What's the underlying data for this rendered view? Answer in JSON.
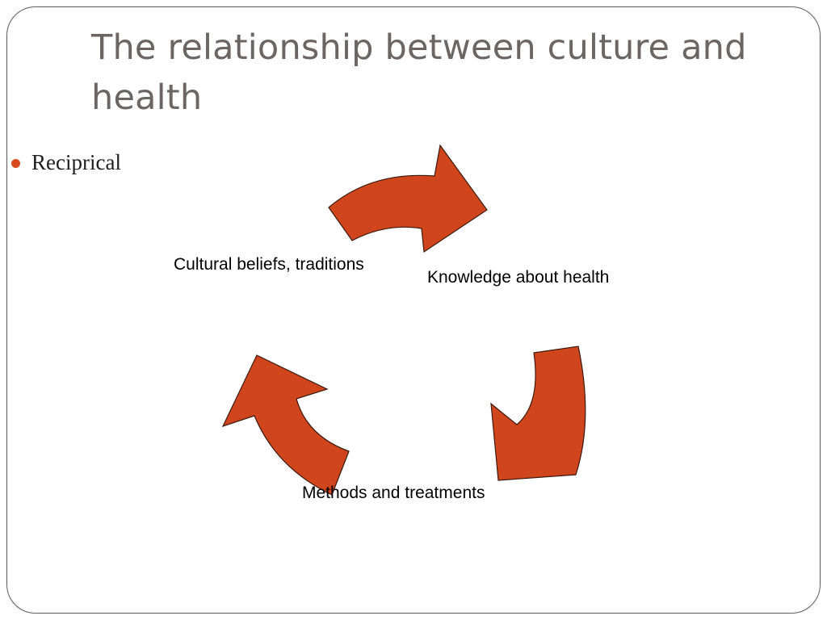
{
  "slide": {
    "title": "The relationship between culture and health",
    "bullets": [
      {
        "text": "Reciprical"
      }
    ]
  },
  "diagram": {
    "nodes": [
      {
        "id": "cultural",
        "label": "Cultural beliefs, traditions"
      },
      {
        "id": "knowledge",
        "label": "Knowledge about health"
      },
      {
        "id": "methods",
        "label": "Methods and treatments"
      }
    ],
    "edges": [
      {
        "from": "cultural",
        "to": "knowledge"
      },
      {
        "from": "knowledge",
        "to": "methods"
      },
      {
        "from": "methods",
        "to": "cultural"
      }
    ],
    "style": "circular-arrow-cycle"
  },
  "colors": {
    "title_text": "#6b6565",
    "bullet_dot": "#d64a1c",
    "arrow_fill": "#d0451b",
    "arrow_stroke": "#3a1a10",
    "frame_border": "#5a5a5a"
  },
  "icons": {
    "bullet": "bullet-dot-icon",
    "arrows": "curved-arrow-icon"
  }
}
